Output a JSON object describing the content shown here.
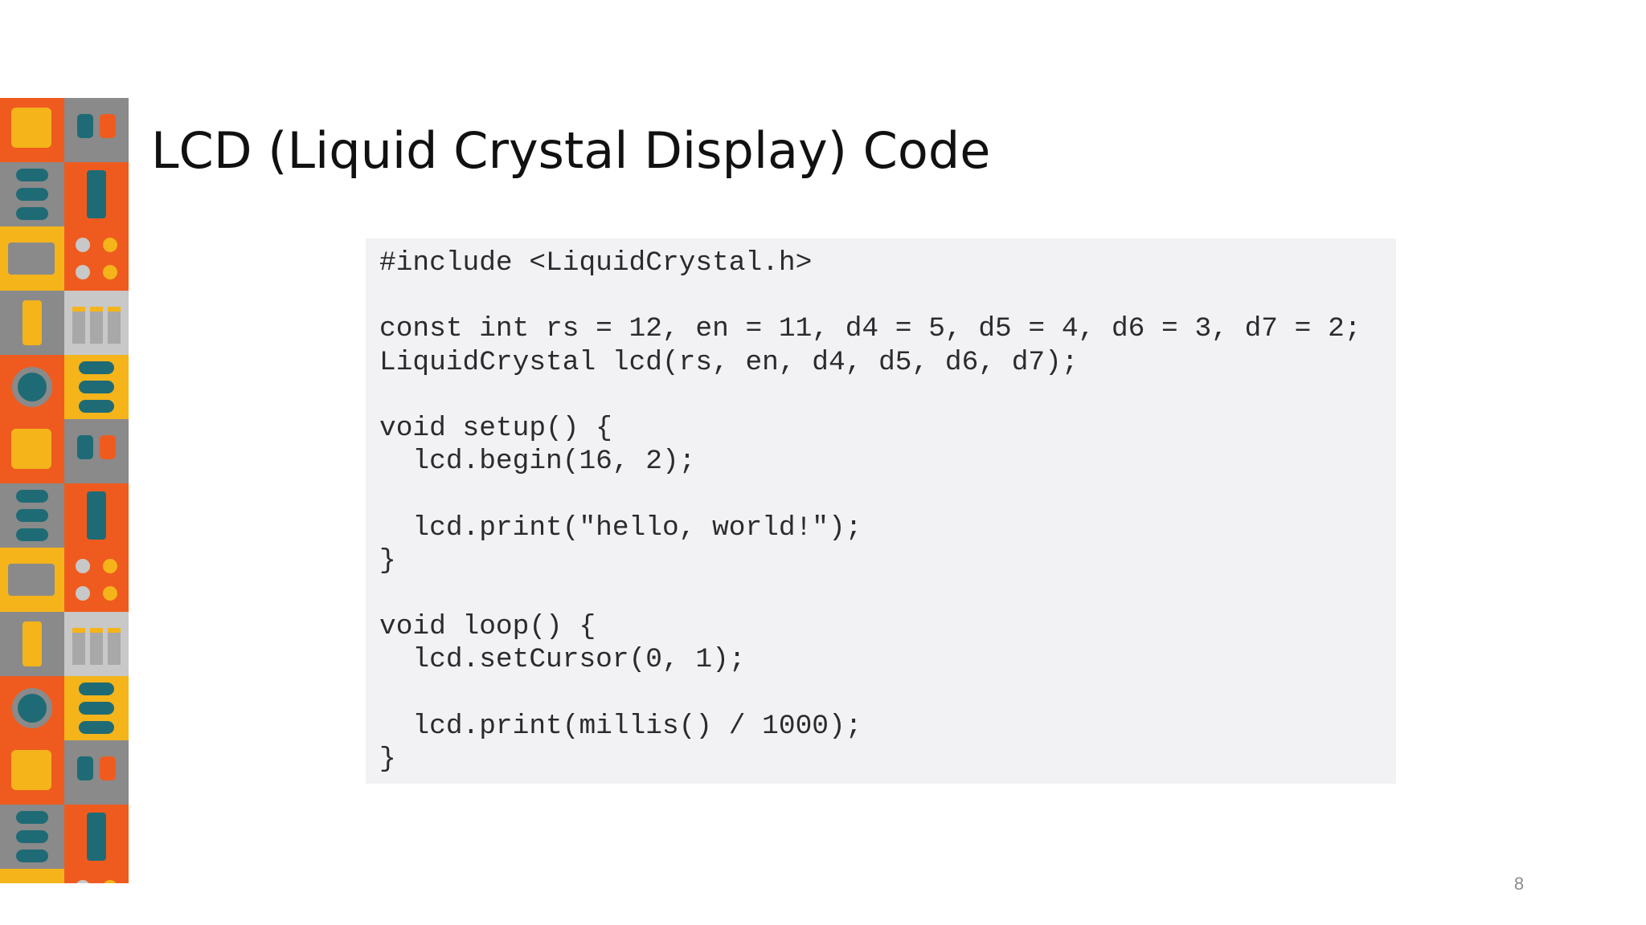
{
  "slide": {
    "title": "LCD (Liquid Crystal Display) Code",
    "page_number": "8"
  },
  "code": {
    "lines": [
      "#include <LiquidCrystal.h>",
      "",
      "const int rs = 12, en = 11, d4 = 5, d5 = 4, d6 = 3, d7 = 2;",
      "LiquidCrystal lcd(rs, en, d4, d5, d6, d7);",
      "",
      "void setup() {",
      "  lcd.begin(16, 2);",
      "",
      "  lcd.print(\"hello, world!\");",
      "}",
      "",
      "void loop() {",
      "  lcd.setCursor(0, 1);",
      "",
      "  lcd.print(millis() / 1000);",
      "}"
    ]
  },
  "decor": {
    "icon": "electronic-components-pattern-icon",
    "colors": {
      "yellow": "#f4b41a",
      "orange": "#ef5b1f",
      "gray": "#8a8a8a",
      "teal": "#1f6b75",
      "light_gray": "#c8c8c8"
    }
  }
}
